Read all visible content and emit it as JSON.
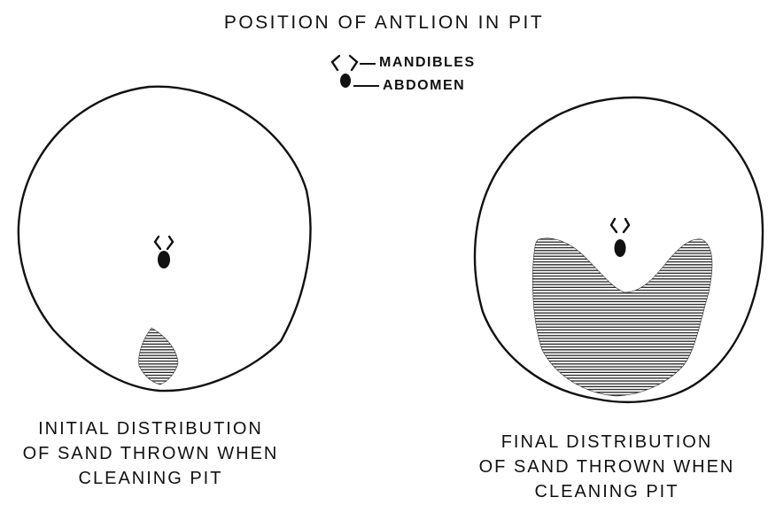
{
  "title": "POSITION OF ANTLION IN PIT",
  "legend": {
    "mandibles": "MANDIBLES",
    "abdomen": "ABDOMEN"
  },
  "captions": {
    "initial": [
      "INITIAL DISTRIBUTION",
      "OF SAND THROWN WHEN",
      "CLEANING PIT"
    ],
    "final": [
      "FINAL DISTRIBUTION",
      "OF SAND THROWN WHEN",
      "CLEANING PIT"
    ]
  },
  "colors": {
    "ink": "#111111",
    "hatch": "#222222"
  }
}
